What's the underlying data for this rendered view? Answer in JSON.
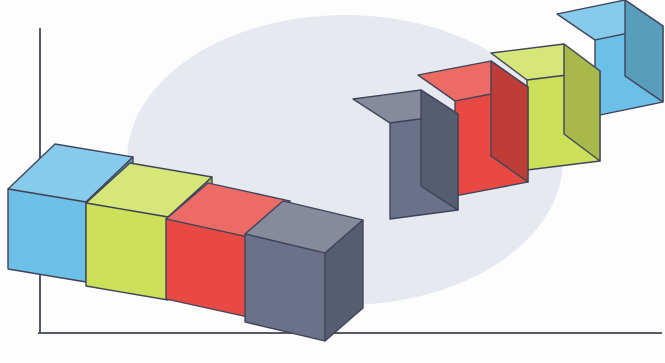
{
  "figure": {
    "background_color": "#fdfdfd",
    "axes_color": "#555a66",
    "ellipse_color": "#e6eaf0",
    "edge_color": "#40445a"
  },
  "colors": {
    "blue": "#6cbfe6",
    "green": "#cde05a",
    "red": "#e84a43",
    "slate": "#6a7188"
  },
  "rows": [
    {
      "name": "front-row",
      "order": [
        "blue",
        "green",
        "red",
        "slate"
      ]
    },
    {
      "name": "back-row",
      "order": [
        "slate",
        "red",
        "green",
        "blue"
      ]
    }
  ]
}
